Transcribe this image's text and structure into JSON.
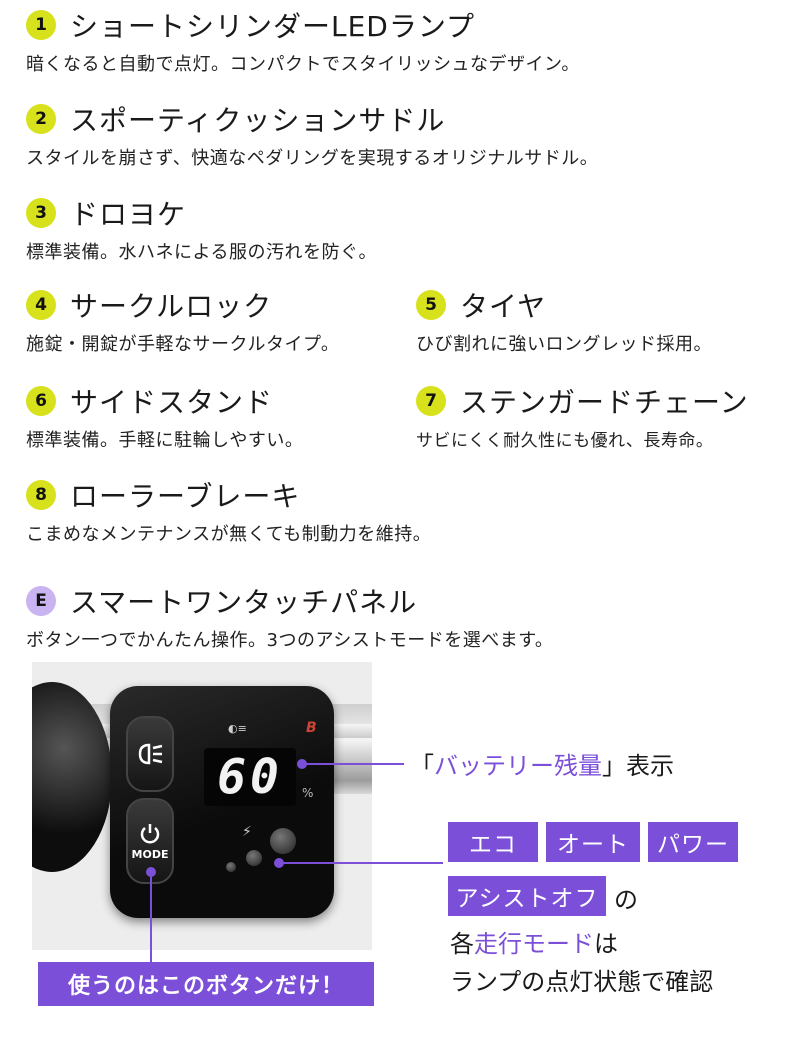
{
  "features": [
    {
      "badge": "1",
      "title": "ショートシリンダーLEDランプ",
      "desc": "暗くなると自動で点灯。コンパクトでスタイリッシュなデザイン。"
    },
    {
      "badge": "2",
      "title": "スポーティクッションサドル",
      "desc": "スタイルを崩さず、快適なペダリングを実現するオリジナルサドル。"
    },
    {
      "badge": "3",
      "title": "ドロヨケ",
      "desc": "標準装備。水ハネによる服の汚れを防ぐ。"
    },
    {
      "badge": "4",
      "title": "サークルロック",
      "desc": "施錠・開錠が手軽なサークルタイプ。"
    },
    {
      "badge": "5",
      "title": "タイヤ",
      "desc": "ひび割れに強いロングレッド採用。"
    },
    {
      "badge": "6",
      "title": "サイドスタンド",
      "desc": "標準装備。手軽に駐輪しやすい。"
    },
    {
      "badge": "7",
      "title": "ステンガードチェーン",
      "desc": "サビにくく耐久性にも優れ、長寿命。"
    },
    {
      "badge": "8",
      "title": "ローラーブレーキ",
      "desc": "こまめなメンテナンスが無くても制動力を維持。"
    },
    {
      "badge": "E",
      "title": "スマートワンタッチパネル",
      "desc": "ボタン一つでかんたん操作。3つのアシストモードを選べます。"
    }
  ],
  "panel": {
    "display_value": "60",
    "display_unit": "%",
    "mode_label": "MODE",
    "brand_mark": "B"
  },
  "callouts": {
    "battery_open": "「",
    "battery_label": "バッテリー残量",
    "battery_close": "」表示",
    "modes": [
      "エコ",
      "オート",
      "パワー",
      "アシストオフ"
    ],
    "modes_suffix": "の",
    "line2_prefix": "各",
    "line2_highlight": "走行モード",
    "line2_suffix": "は",
    "line3": "ランプの点灯状態で確認",
    "button_caption": "使うのはこのボタンだけ！"
  },
  "colors": {
    "badge_yellow": "#d7e21d",
    "badge_purple": "#c9b3f0",
    "accent_purple": "#7b4fd8"
  }
}
